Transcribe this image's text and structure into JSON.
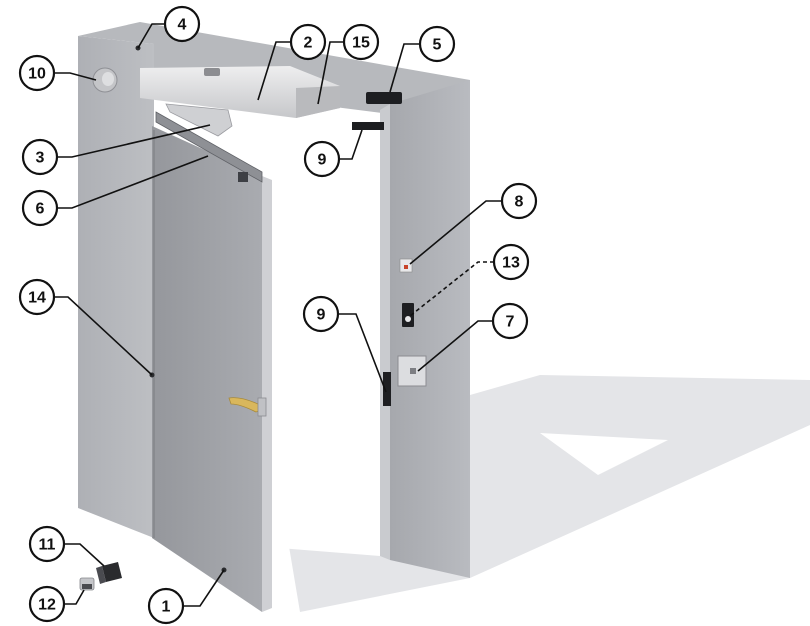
{
  "callouts": [
    {
      "id": "c1",
      "label": "1"
    },
    {
      "id": "c2",
      "label": "2"
    },
    {
      "id": "c3",
      "label": "3"
    },
    {
      "id": "c4",
      "label": "4"
    },
    {
      "id": "c5",
      "label": "5"
    },
    {
      "id": "c6",
      "label": "6"
    },
    {
      "id": "c7",
      "label": "7"
    },
    {
      "id": "c8",
      "label": "8"
    },
    {
      "id": "c9a",
      "label": "9"
    },
    {
      "id": "c9b",
      "label": "9"
    },
    {
      "id": "c10",
      "label": "10"
    },
    {
      "id": "c11",
      "label": "11"
    },
    {
      "id": "c12",
      "label": "12"
    },
    {
      "id": "c13",
      "label": "13"
    },
    {
      "id": "c14",
      "label": "14"
    },
    {
      "id": "c15",
      "label": "15"
    }
  ],
  "colors": {
    "wall": "#b4b6bb",
    "wall_dark": "#9c9ea3",
    "door": "#9fa1a6",
    "door_edge": "#c9cace",
    "shadow": "#e6e7ea",
    "operator": "#d9dadc",
    "handle": "#d8b65a"
  }
}
